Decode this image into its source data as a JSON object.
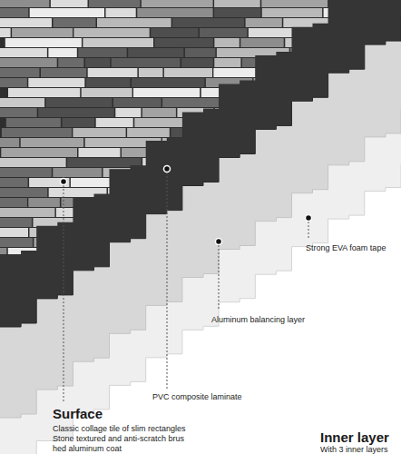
{
  "diagram": {
    "labels": [
      "Strong EVA foam tape",
      "Aluminum balancing layer",
      "PVC composite laminate",
      "Surface",
      "Classic collage tile of slim rectangles",
      "Stone textured and anti-scratch brus",
      "hed aluminum coat",
      "Inner layer",
      "With 3 inner layers"
    ]
  }
}
